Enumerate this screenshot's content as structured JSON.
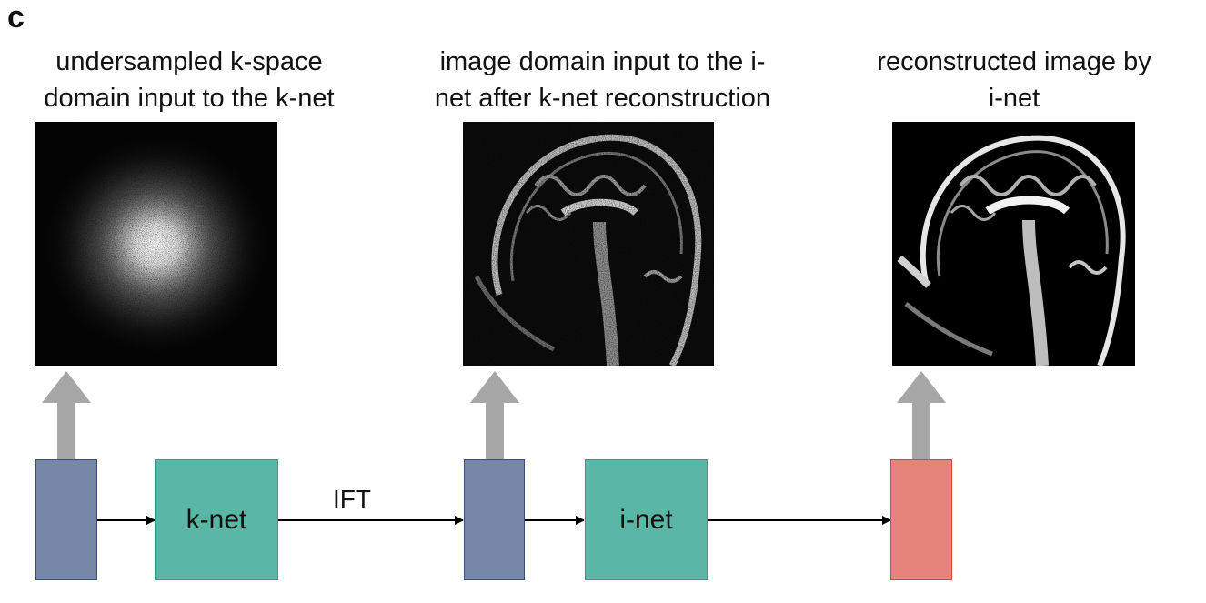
{
  "panel_label": "c",
  "captions": {
    "kspace": [
      "undersampled k-space",
      "domain input to the k-net"
    ],
    "image_input": [
      "image domain input to the i-",
      "net after k-net reconstruction"
    ],
    "reconstructed": [
      "reconstructed image by",
      "i-net"
    ]
  },
  "blocks": {
    "knet_label": "k-net",
    "inet_label": "i-net",
    "ift_label": "IFT"
  },
  "colors": {
    "feature_block": "#7787a8",
    "network_block": "#5bb7a5",
    "output_block": "#e5837a",
    "up_arrow": "#a6a6a6",
    "flow_arrow": "#000000"
  }
}
